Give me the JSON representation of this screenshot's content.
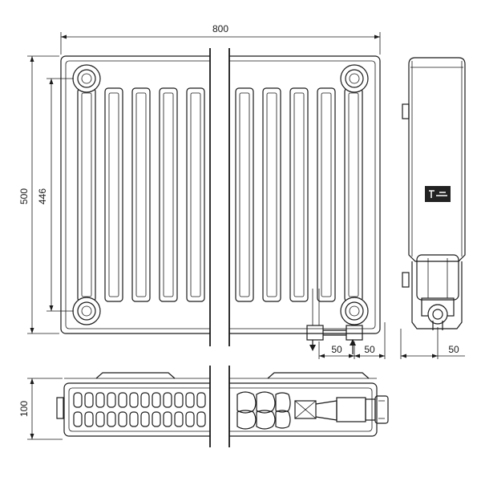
{
  "dimensions": {
    "width": "800",
    "height": "500",
    "connection_spacing": "446",
    "depth": "100",
    "offset_left": "50",
    "offset_right": "50",
    "side_offset": "50"
  },
  "colors": {
    "line": "#1a1a1a",
    "background": "#ffffff",
    "logo_panel": "#222222"
  }
}
